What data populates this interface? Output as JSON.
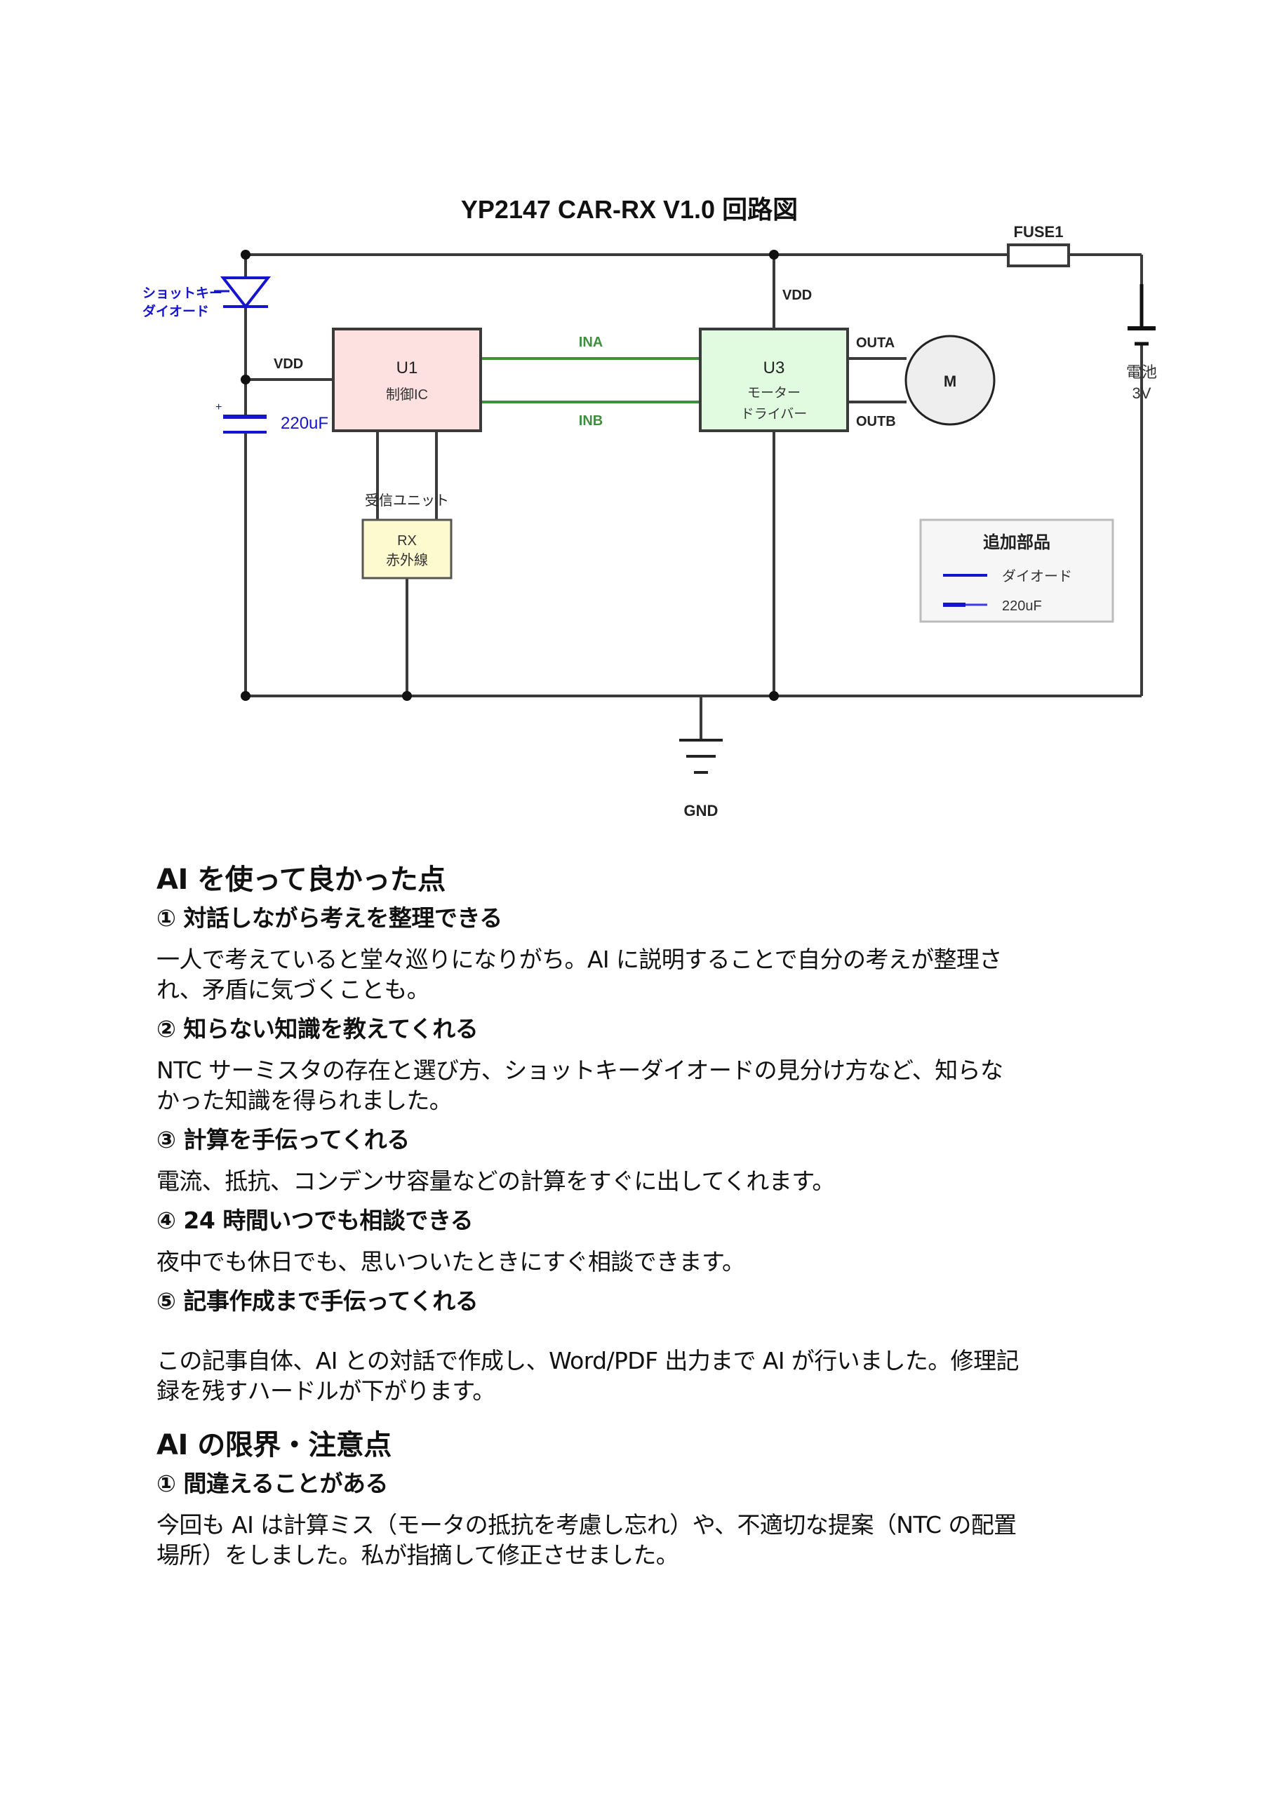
{
  "schematic": {
    "title": "YP2147 CAR-RX V1.0 回路図",
    "colors": {
      "wire": "#3a3a3a",
      "signal": "#3f8f3f",
      "added_part": "#1515d0",
      "u1_fill": "#fde0e0",
      "u3_fill": "#e0fbe0",
      "rx_fill": "#fdfad0",
      "motor_fill": "#eeeeee",
      "legend_fill": "#f6f6f6"
    },
    "labels": {
      "diode": [
        "ショットキー",
        "ダイオード"
      ],
      "capacitor": "220uF",
      "cap_polarity": "+",
      "vdd_u1": "VDD",
      "vdd_u3": "VDD",
      "u1_ref": "U1",
      "u1_name": "制御IC",
      "ina": "INA",
      "inb": "INB",
      "u3_ref": "U3",
      "u3_name_1": "モーター",
      "u3_name_2": "ドライバー",
      "outa": "OUTA",
      "outb": "OUTB",
      "motor": "M",
      "fuse": "FUSE1",
      "battery_1": "電池",
      "battery_2": "3V",
      "rx_unit": "受信ユニット",
      "rx_ref": "RX",
      "rx_name": "赤外線",
      "gnd": "GND"
    },
    "legend": {
      "title": "追加部品",
      "items": [
        {
          "label": "ダイオード",
          "style": "diode-line"
        },
        {
          "label": "220uF",
          "style": "capacitor-line"
        }
      ]
    }
  },
  "article": {
    "sections": [
      {
        "heading": "AI を使って良かった点",
        "items": [
          {
            "title": "① 対話しながら考えを整理できる",
            "body": [
              "一人で考えていると堂々巡りになりがち。AI に説明することで自分の考えが整理さ",
              "れ、矛盾に気づくことも。"
            ]
          },
          {
            "title": "② 知らない知識を教えてくれる",
            "body": [
              "NTC サーミスタの存在と選び方、ショットキーダイオードの見分け方など、知らな",
              "かった知識を得られました。"
            ]
          },
          {
            "title": "③ 計算を手伝ってくれる",
            "body": [
              "電流、抵抗、コンデンサ容量などの計算をすぐに出してくれます。"
            ]
          },
          {
            "title": "④ 24 時間いつでも相談できる",
            "body": [
              "夜中でも休日でも、思いついたときにすぐ相談できます。"
            ]
          },
          {
            "title": "⑤ 記事作成まで手伝ってくれる",
            "body": [
              "この記事自体、AI との対話で作成し、Word/PDF 出力まで AI が行いました。修理記",
              "録を残すハードルが下がります。"
            ]
          }
        ]
      },
      {
        "heading": "AI の限界・注意点",
        "items": [
          {
            "title": "① 間違えることがある",
            "body": [
              "今回も AI は計算ミス（モータの抵抗を考慮し忘れ）や、不適切な提案（NTC の配置",
              "場所）をしました。私が指摘して修正させました。"
            ]
          }
        ]
      }
    ]
  }
}
